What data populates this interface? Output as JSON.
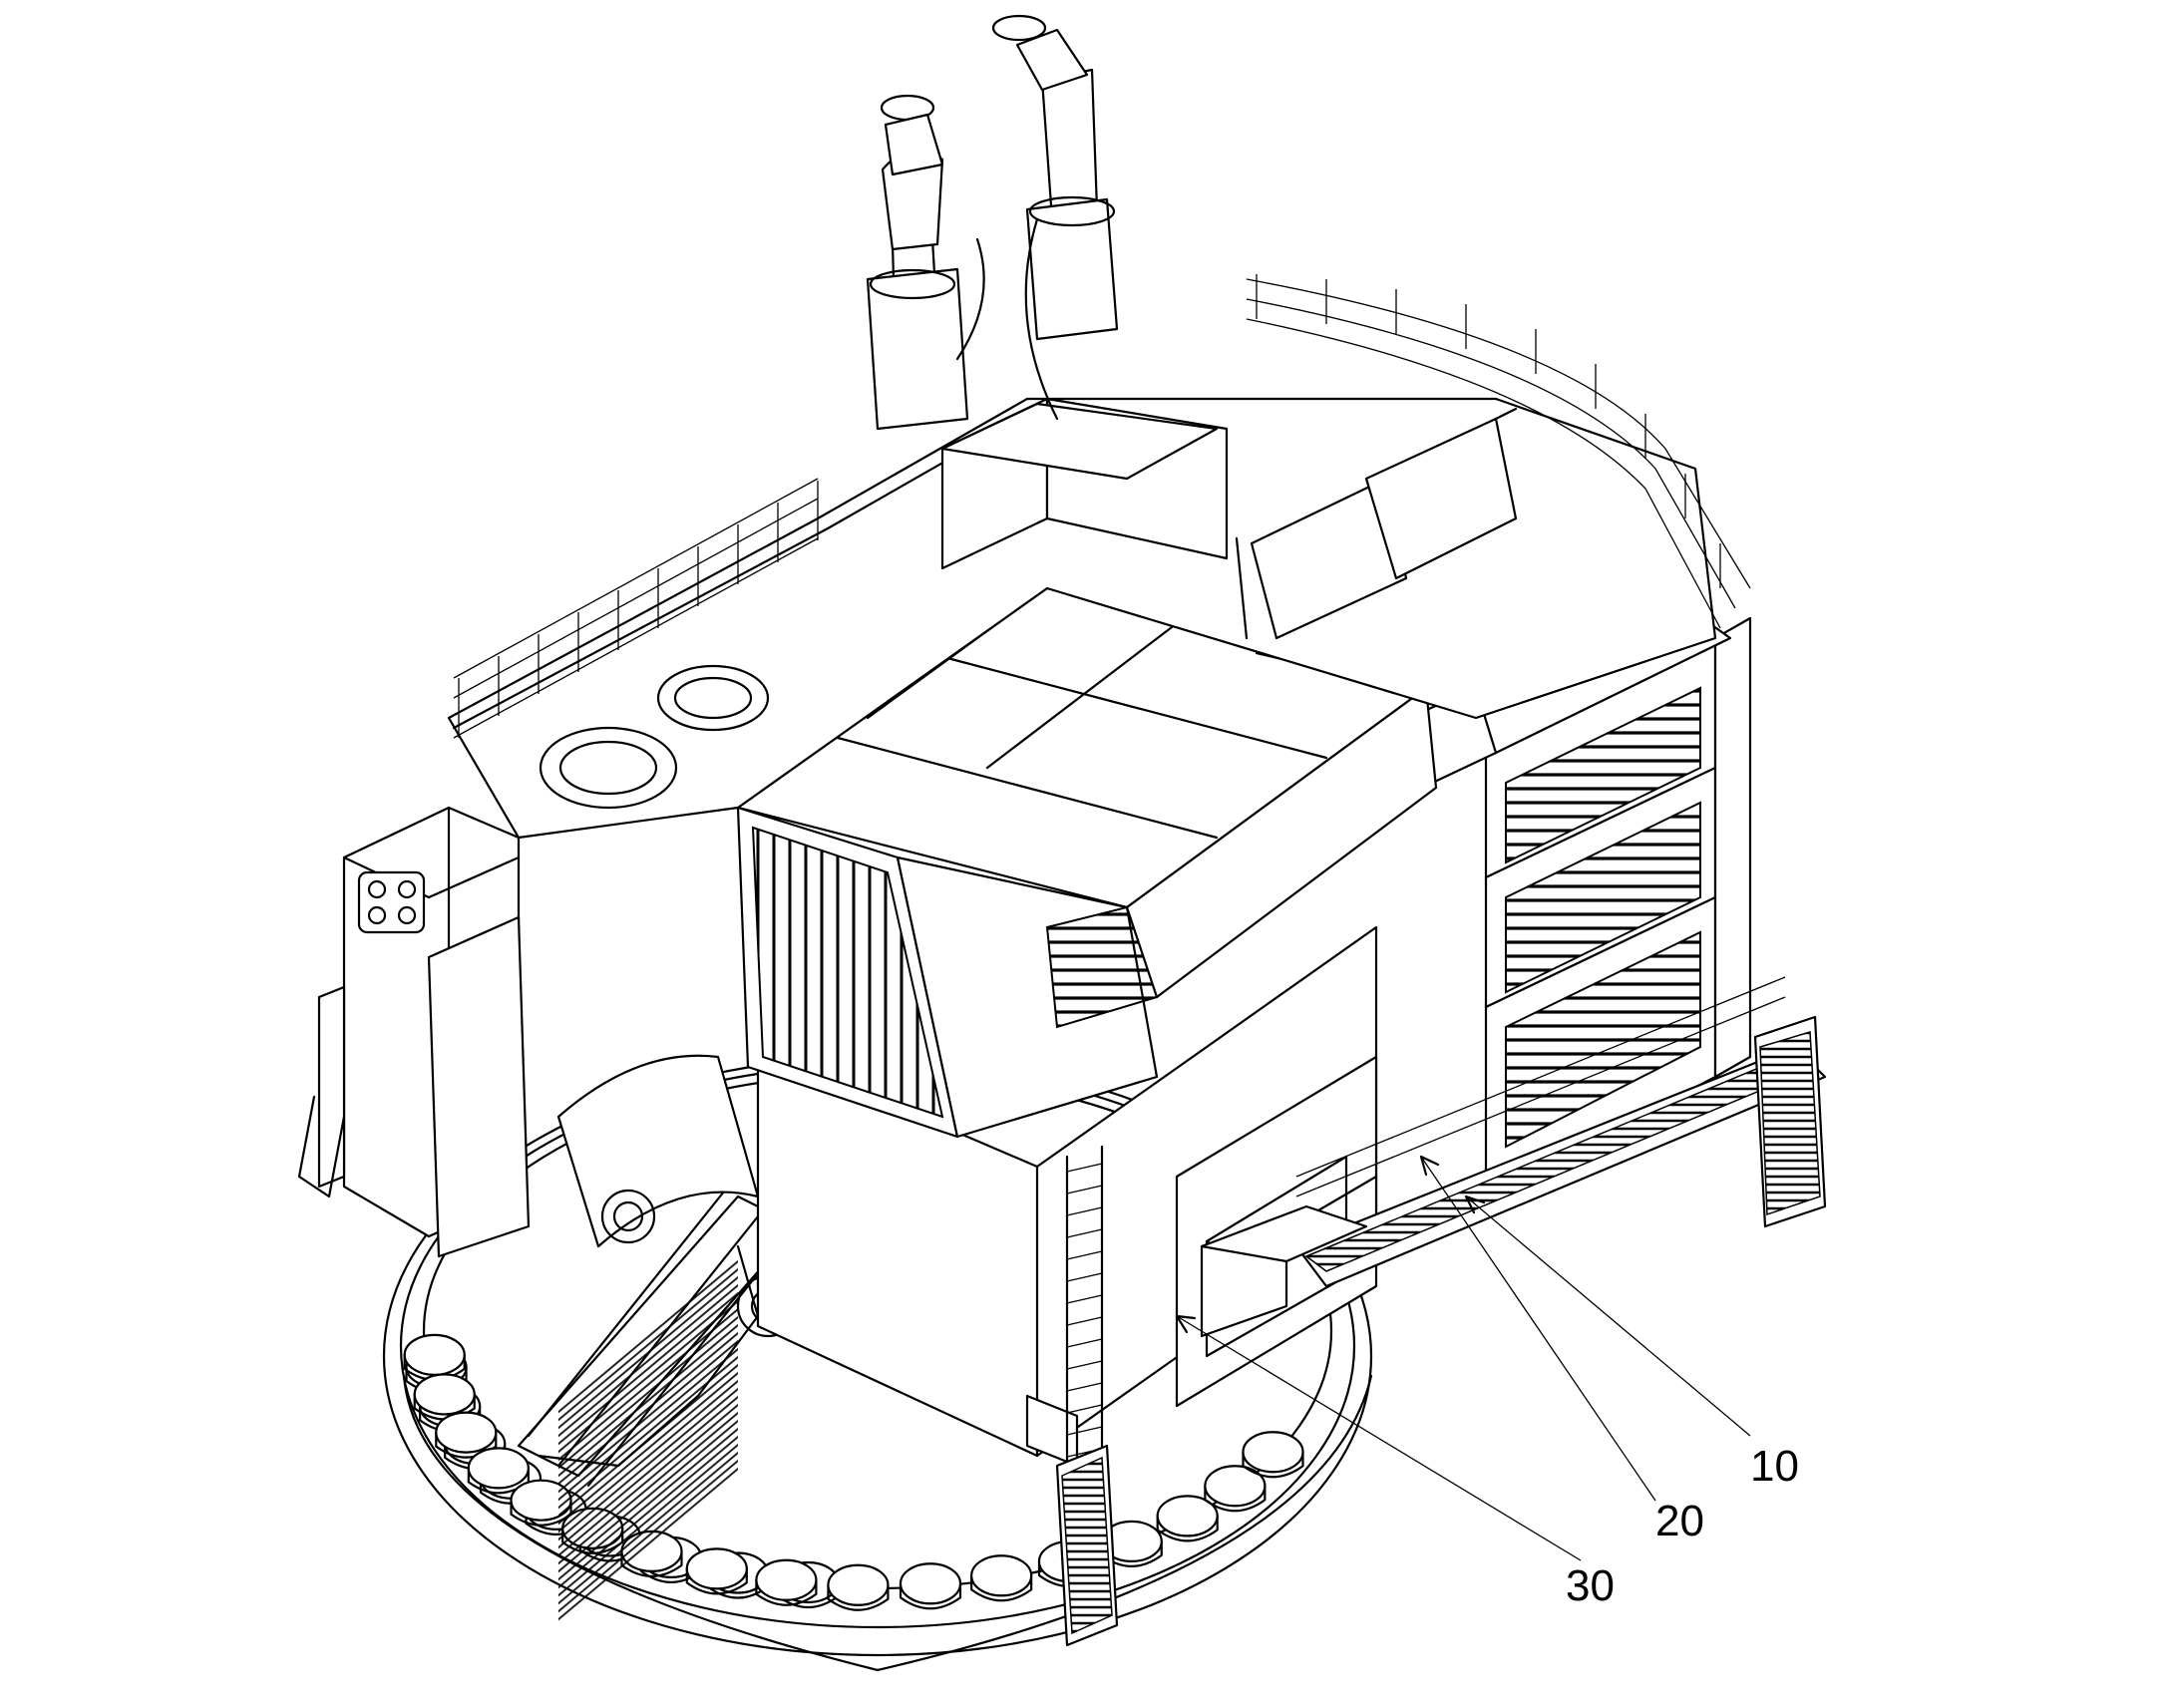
{
  "figure": {
    "reference_numerals": [
      {
        "id": "10",
        "label": "10"
      },
      {
        "id": "20",
        "label": "20"
      },
      {
        "id": "30",
        "label": "30"
      }
    ]
  }
}
